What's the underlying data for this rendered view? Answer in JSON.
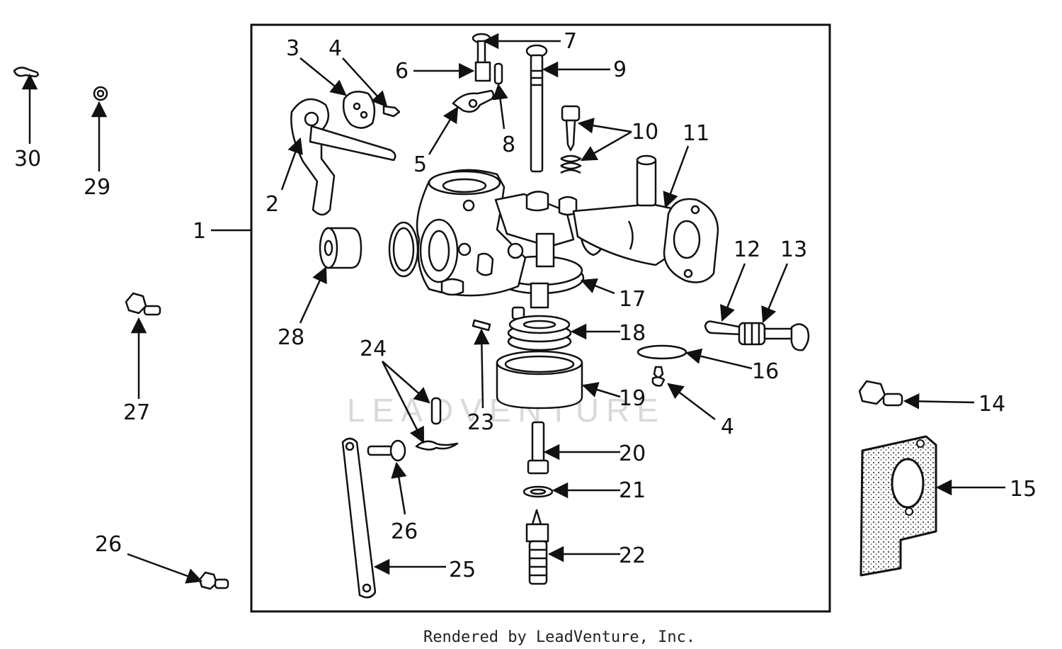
{
  "watermark": "LEADVENTURE",
  "credit": "Rendered by LeadVenture, Inc.",
  "callouts": {
    "c1": "1",
    "c2": "2",
    "c3": "3",
    "c4a": "4",
    "c4b": "4",
    "c5": "5",
    "c6": "6",
    "c7": "7",
    "c8": "8",
    "c9": "9",
    "c10": "10",
    "c11": "11",
    "c12": "12",
    "c13": "13",
    "c14": "14",
    "c15": "15",
    "c16": "16",
    "c17": "17",
    "c18": "18",
    "c19": "19",
    "c20": "20",
    "c21": "21",
    "c22": "22",
    "c23": "23",
    "c24": "24",
    "c25": "25",
    "c26a": "26",
    "c26b": "26",
    "c27": "27",
    "c28": "28",
    "c29": "29",
    "c30": "30"
  }
}
